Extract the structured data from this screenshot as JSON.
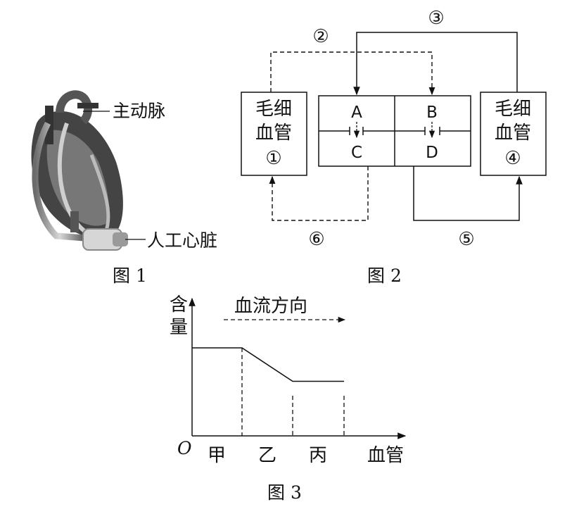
{
  "figure1": {
    "label_aorta": "主动脉",
    "label_artificial_heart": "人工心脏",
    "caption": "图 1"
  },
  "figure2": {
    "capillary_1": {
      "line1": "毛细",
      "line2": "血管",
      "num": "①"
    },
    "capillary_4": {
      "line1": "毛细",
      "line2": "血管",
      "num": "④"
    },
    "chambers": {
      "A": "A",
      "B": "B",
      "C": "C",
      "D": "D"
    },
    "arrows": {
      "n2": "②",
      "n3": "③",
      "n5": "⑤",
      "n6": "⑥"
    },
    "caption": "图 2"
  },
  "figure3": {
    "ylabel_line1": "含",
    "ylabel_line2": "量",
    "origin": "O",
    "flow_label": "血流方向",
    "x_categories": [
      "甲",
      "乙",
      "丙"
    ],
    "xlabel": "血管",
    "caption": "图 3"
  },
  "chart_data": {
    "type": "line",
    "categories": [
      "甲",
      "乙",
      "丙"
    ],
    "series": [
      {
        "values": [
          1.0,
          0.62,
          0.62
        ]
      }
    ],
    "xlabel": "血管",
    "ylabel": "含量",
    "annotation": "血流方向",
    "grid": false
  }
}
